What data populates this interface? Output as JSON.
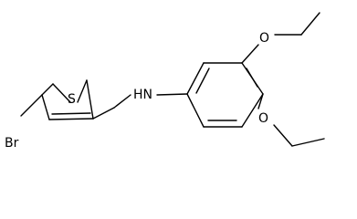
{
  "molecule": {
    "atom_labels": {
      "sulfur": "S",
      "bromine": "Br",
      "amine": "HN",
      "oxygen_upper": "O",
      "oxygen_lower": "O"
    },
    "colors": {
      "bond": "#000000",
      "label": "#000000",
      "background": "#ffffff"
    }
  }
}
